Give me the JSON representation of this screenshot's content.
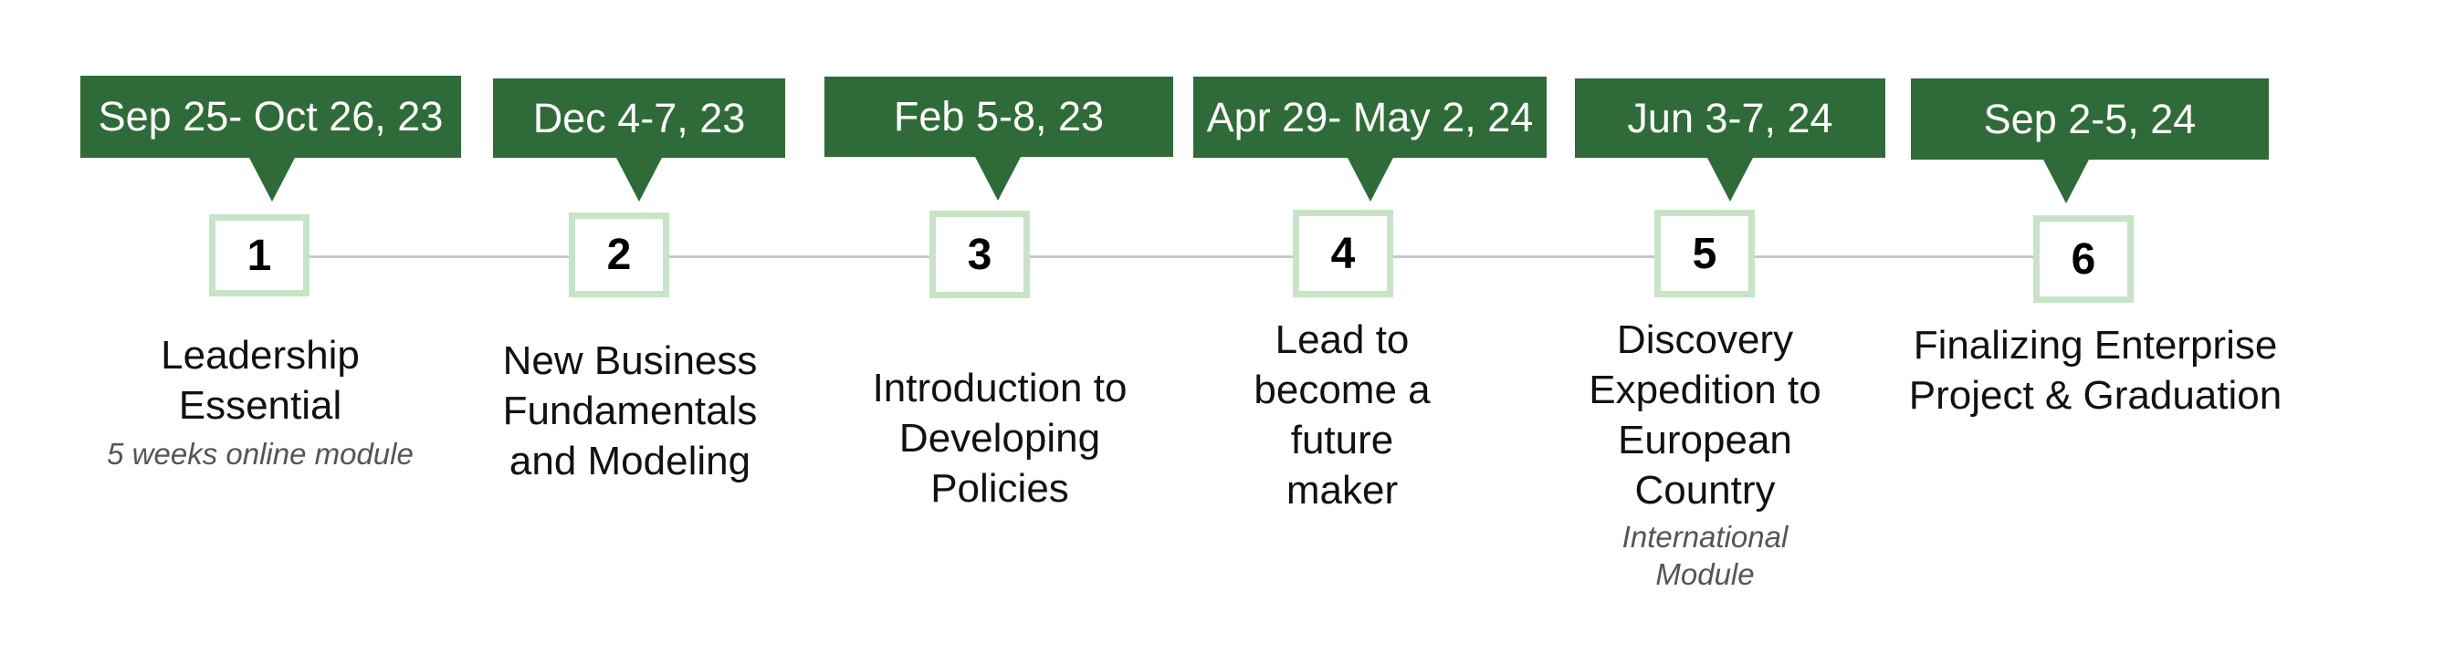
{
  "steps": [
    {
      "number": "1",
      "date": "Sep 25- Oct 26, 23",
      "title_lines": [
        "Leadership",
        "Essential"
      ],
      "note": "5 weeks online module"
    },
    {
      "number": "2",
      "date": "Dec 4-7, 23",
      "title_lines": [
        "New Business",
        "Fundamentals",
        "and Modeling"
      ],
      "note": ""
    },
    {
      "number": "3",
      "date": "Feb 5-8, 23",
      "title_lines": [
        "Introduction to",
        "Developing",
        "Policies"
      ],
      "note": ""
    },
    {
      "number": "4",
      "date": "Apr 29- May 2, 24",
      "title_lines": [
        "Lead to",
        "become a",
        "future",
        "maker"
      ],
      "note": ""
    },
    {
      "number": "5",
      "date": "Jun 3-7, 24",
      "title_lines": [
        "Discovery",
        "Expedition to",
        "European",
        "Country"
      ],
      "note_lines": [
        "International",
        "Module"
      ]
    },
    {
      "number": "6",
      "date": "Sep 2-5, 24",
      "title_lines": [
        "Finalizing Enterprise",
        "Project & Graduation"
      ],
      "note": ""
    }
  ],
  "colors": {
    "callout": "#2f6b38",
    "box_border": "#c7e4c6",
    "line": "#c8c8c8"
  }
}
